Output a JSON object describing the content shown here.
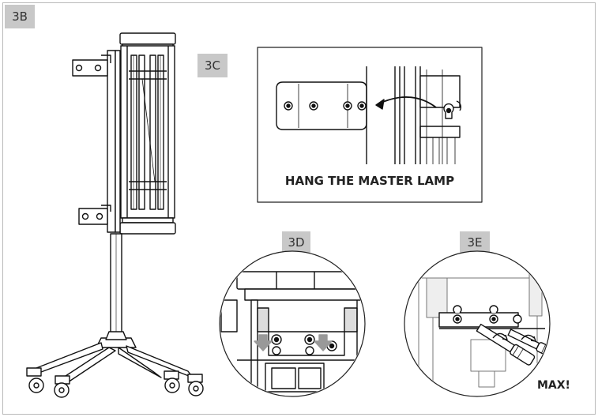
{
  "labels": {
    "step_3b": "3B",
    "step_3c": "3C",
    "step_3d": "3D",
    "step_3e": "3E"
  },
  "captions": {
    "hang": "HANG THE MASTER LAMP",
    "max": "MAX!"
  }
}
